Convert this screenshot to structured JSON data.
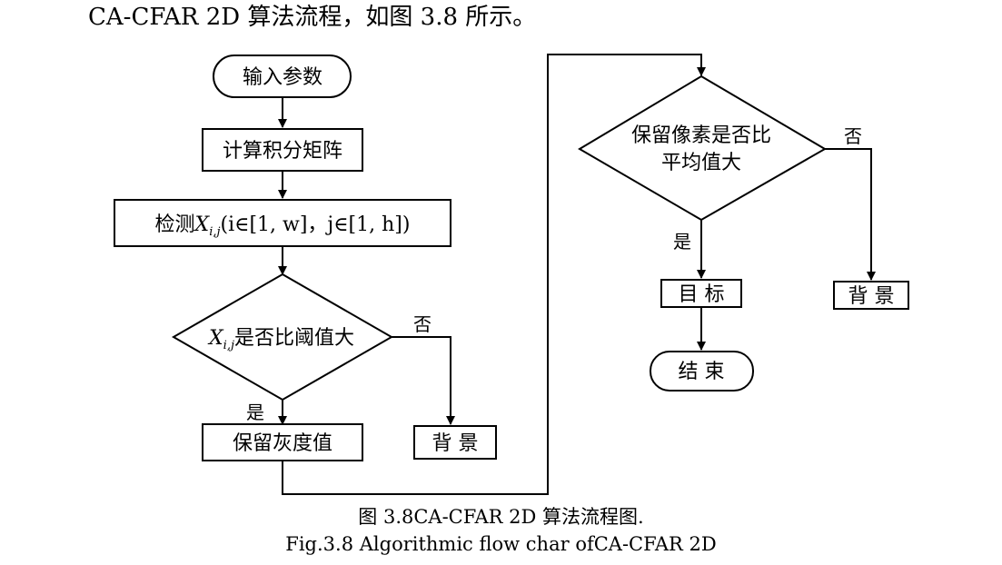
{
  "intro_text": "CA-CFAR 2D 算法流程，如图 3.8 所示。",
  "nodes": {
    "input": "输入参数",
    "integral": "计算积分矩阵",
    "detect_prefix": "检测",
    "detect_var": "X",
    "detect_sub": "i,j",
    "detect_range": "(i∈[1, w]，j∈[1, h])",
    "decision1_var": "X",
    "decision1_sub": "i,j",
    "decision1_rest": "是否比阈值大",
    "keep_gray": "保留灰度值",
    "background1": "背 景",
    "decision2_line1": "保留像素是否比",
    "decision2_line2": "平均值大",
    "target": "目 标",
    "background2": "背 景",
    "end": "结 束"
  },
  "edge_labels": {
    "d1_no": "否",
    "d1_yes": "是",
    "d2_no": "否",
    "d2_yes": "是"
  },
  "caption": {
    "zh": "图 3.8CA-CFAR 2D 算法流程图.",
    "en": "Fig.3.8 Algorithmic flow char ofCA-CFAR 2D"
  }
}
